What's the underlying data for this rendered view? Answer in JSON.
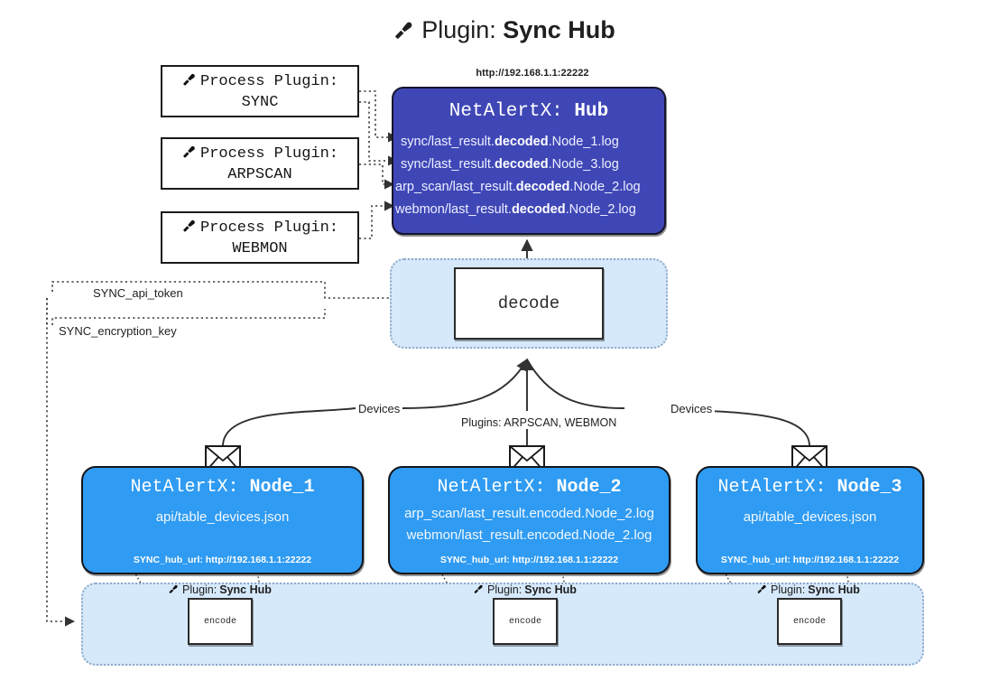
{
  "title": {
    "icon": "plug-icon",
    "prefix": "Plugin:",
    "name": "Sync Hub"
  },
  "process_plugins": [
    {
      "icon": "plug-icon",
      "line1": "Process Plugin:",
      "line2": "SYNC"
    },
    {
      "icon": "plug-icon",
      "line1": "Process Plugin:",
      "line2": "ARPSCAN"
    },
    {
      "icon": "plug-icon",
      "line1": "Process Plugin:",
      "line2": "WEBMON"
    }
  ],
  "hub": {
    "url": "http://192.168.1.1:22222",
    "title_prefix": "NetAlertX:",
    "title_name": "Hub",
    "logs": [
      {
        "pre": "sync/last_result.",
        "bold": "decoded",
        "post": ".Node_1.log"
      },
      {
        "pre": "sync/last_result.",
        "bold": "decoded",
        "post": ".Node_3.log"
      },
      {
        "pre": "arp_scan/last_result.",
        "bold": "decoded",
        "post": ".Node_2.log"
      },
      {
        "pre": "webmon/last_result.",
        "bold": "decoded",
        "post": ".Node_2.log"
      }
    ]
  },
  "decode": {
    "label": "decode"
  },
  "config_labels": {
    "api_token": "SYNC_api_token",
    "encryption_key": "SYNC_encryption_key"
  },
  "edge_labels": {
    "devices_left": "Devices",
    "devices_right": "Devices",
    "plugins_middle": "Plugins: ARPSCAN, WEBMON"
  },
  "nodes": [
    {
      "title_prefix": "NetAlertX:",
      "title_name": "Node_1",
      "lines": [
        "api/table_devices.json"
      ],
      "hub_url_label": "SYNC_hub_url: http://192.168.1.1:22222",
      "icon": "envelope-icon"
    },
    {
      "title_prefix": "NetAlertX:",
      "title_name": "Node_2",
      "lines": [
        "arp_scan/last_result.encoded.Node_2.log",
        "webmon/last_result.encoded.Node_2.log"
      ],
      "hub_url_label": "SYNC_hub_url: http://192.168.1.1:22222",
      "icon": "envelope-icon"
    },
    {
      "title_prefix": "NetAlertX:",
      "title_name": "Node_3",
      "lines": [
        "api/table_devices.json"
      ],
      "hub_url_label": "SYNC_hub_url: http://192.168.1.1:22222",
      "icon": "envelope-icon"
    }
  ],
  "encoders": [
    {
      "plugin_prefix": "Plugin:",
      "plugin_name": "Sync Hub",
      "label": "encode",
      "icon": "plug-icon"
    },
    {
      "plugin_prefix": "Plugin:",
      "plugin_name": "Sync Hub",
      "label": "encode",
      "icon": "plug-icon"
    },
    {
      "plugin_prefix": "Plugin:",
      "plugin_name": "Sync Hub",
      "label": "encode",
      "icon": "plug-icon"
    }
  ],
  "colors": {
    "hub": "#3f47b6",
    "node": "#2f9bf2",
    "panel": "#d6e9fb",
    "panel_border": "#8fa9c4",
    "stroke": "#333333"
  }
}
